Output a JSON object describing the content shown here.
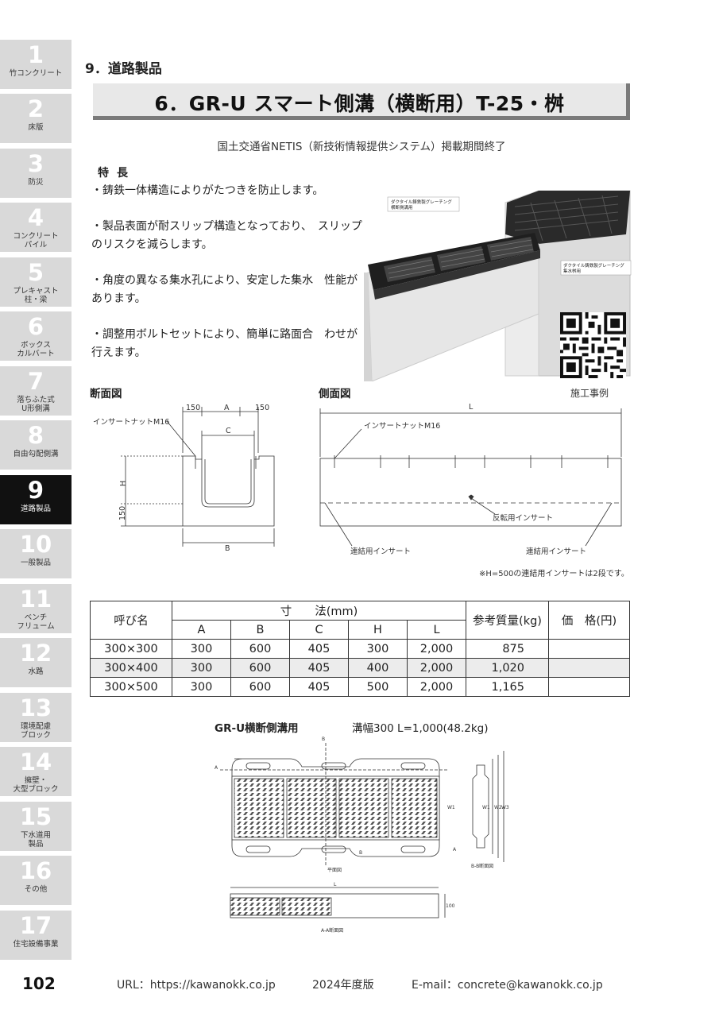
{
  "sidebar": [
    {
      "num": "1",
      "label": "竹コンクリート"
    },
    {
      "num": "2",
      "label": "床版"
    },
    {
      "num": "3",
      "label": "防災"
    },
    {
      "num": "4",
      "label": "コンクリート\nパイル"
    },
    {
      "num": "5",
      "label": "プレキャスト\n柱・梁"
    },
    {
      "num": "6",
      "label": "ボックス\nカルバート"
    },
    {
      "num": "7",
      "label": "落ちふた式\nU形側溝"
    },
    {
      "num": "8",
      "label": "自由勾配側溝"
    },
    {
      "num": "9",
      "label": "道路製品",
      "active": true
    },
    {
      "num": "10",
      "label": "一般製品"
    },
    {
      "num": "11",
      "label": "ベンチ\nフリューム"
    },
    {
      "num": "12",
      "label": "水路"
    },
    {
      "num": "13",
      "label": "環境配慮\nブロック"
    },
    {
      "num": "14",
      "label": "擁壁・\n大型ブロック"
    },
    {
      "num": "15",
      "label": "下水道用\n製品"
    },
    {
      "num": "16",
      "label": "その他"
    },
    {
      "num": "17",
      "label": "住宅設備事業"
    }
  ],
  "header": {
    "section": "9．道路製品",
    "title": "6．GR-U スマート側溝（横断用）T-25・桝",
    "netis": "国土交通省NETIS（新技術情報提供システム）掲載期間終了"
  },
  "features": {
    "heading": "特長",
    "items": [
      "・鋳鉄一体構造によりがたつきを防止します。",
      "・製品表面が耐スリップ構造となっており、　スリップのリスクを減らします。",
      "・角度の異なる集水孔により、安定した集水　性能があります。",
      "・調整用ボルトセットにより、簡単に路面合　わせが行えます。"
    ]
  },
  "photo": {
    "label_channel": "ダクタイル鋳鉄製グレーチング\n横断側溝用",
    "label_basin": "ダクタイル鋳鉄製グレーチング\n集水桝用",
    "caption": "施工事例"
  },
  "cross_section": {
    "title": "断面図",
    "dim_150_left": "150",
    "dim_a": "A",
    "dim_150_right": "150",
    "dim_c": "C",
    "dim_h": "H",
    "dim_150_bottom": "150",
    "dim_b": "B",
    "nut_label": "インサートナットM16"
  },
  "side_view": {
    "title": "側面図",
    "dim_l": "L",
    "nut_label": "インサートナットM16",
    "flip_label": "反転用インサート",
    "connect_label_left": "連結用インサート",
    "connect_label_right": "連結用インサート",
    "note": "※H=500の連結用インサートは2段です。"
  },
  "table": {
    "col_name": "呼び名",
    "col_dims": "寸　　法(mm)",
    "col_mass": "参考質量(kg)",
    "col_price": "価　格(円)",
    "sub_headers": [
      "A",
      "B",
      "C",
      "H",
      "L"
    ],
    "rows": [
      {
        "name": "300×300",
        "a": "300",
        "b": "600",
        "c": "405",
        "h": "300",
        "l": "2,000",
        "mass": "875",
        "price": ""
      },
      {
        "name": "300×400",
        "a": "300",
        "b": "600",
        "c": "405",
        "h": "400",
        "l": "2,000",
        "mass": "1,020",
        "price": ""
      },
      {
        "name": "300×500",
        "a": "300",
        "b": "600",
        "c": "405",
        "h": "500",
        "l": "2,000",
        "mass": "1,165",
        "price": ""
      }
    ]
  },
  "grate": {
    "title": "GR-U横断側溝用",
    "spec": "溝幅300 L=1,000(48.2kg)",
    "plan_caption": "平面図",
    "bb_caption": "B-B断面図",
    "aa_caption": "A-A断面図",
    "mark_a": "A",
    "mark_b": "B",
    "mark_l": "L",
    "mark_w1": "W1",
    "mark_w2": "W2",
    "mark_w3": "W3",
    "mark_100": "100"
  },
  "footer": {
    "page": "102",
    "url": "URL：https://kawanokk.co.jp",
    "edition": "2024年度版",
    "email": "E-mail：concrete@kawanokk.co.jp"
  },
  "colors": {
    "tab_bg": "#d9d9d9",
    "tab_active": "#111111",
    "title_bg": "#e8e8e8",
    "title_shadow": "#7a7a7a"
  }
}
